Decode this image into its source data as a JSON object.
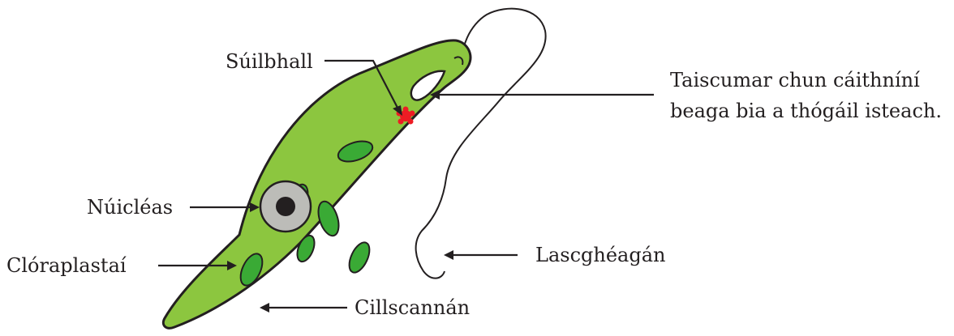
{
  "labels": {
    "eyespot": "Súilbhall",
    "reservoir_line1": "Taiscumar chun cáithníní",
    "reservoir_line2": "beaga bia a thógáil isteach.",
    "nucleus": "Núicléas",
    "chloroplasts": "Clóraplastaí",
    "flagellum": "Lascghéagán",
    "pellicle": "Cillscannán"
  },
  "colors": {
    "cell_fill": "#8cc63f",
    "outline": "#231f20",
    "chloroplast": "#3aaa35",
    "nucleus_ring": "#bcbcb8",
    "nucleolus": "#231f20",
    "eyespot": "#ed1c24",
    "reservoir": "#ffffff"
  }
}
